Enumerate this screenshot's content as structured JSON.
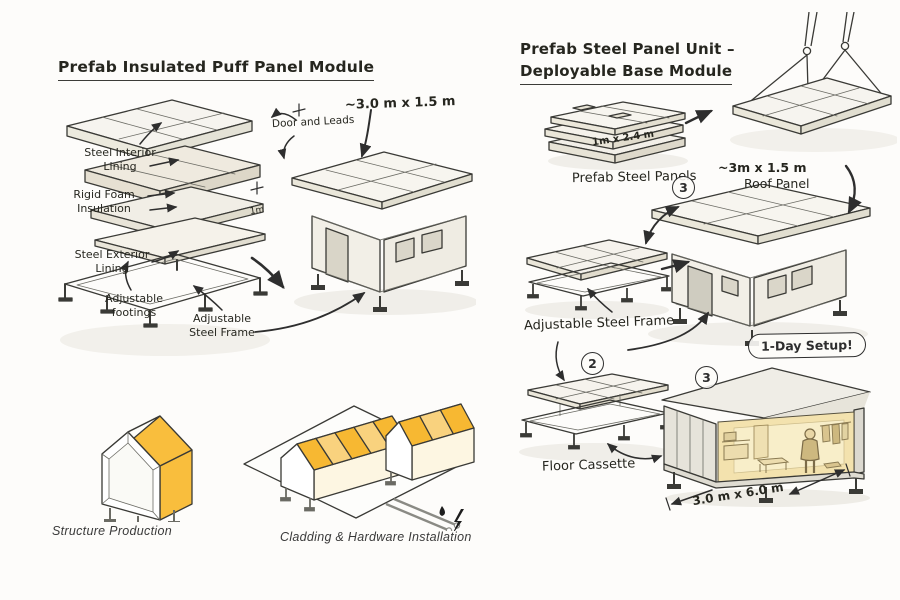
{
  "left_panel": {
    "title": "Prefab Insulated Puff Panel Module",
    "dim_label": "~3.0 m x 1.5 m",
    "labels": {
      "door_leads": "Door and Leads",
      "steel_interior": "Steel Interior Lining",
      "rigid_foam": "Rigid Foam Insulation",
      "steel_exterior": "Steel Exterior Lining",
      "thickness": "1m",
      "adj_footings": "Adjustable footings",
      "adj_frame": "Adjustable Steel Frame"
    }
  },
  "production_row": {
    "structure_caption": "Structure Production",
    "cladding_caption": "Cladding & Hardware Installation"
  },
  "right_panel": {
    "title_line1": "Prefab Steel Panel Unit –",
    "title_line2": "Deployable Base Module",
    "panels_label": "Prefab Steel Panels",
    "panels_dim": "1m x 2.4 m",
    "roof_dim": "~3m x 1.5 m",
    "roof_label": "Roof Panel",
    "adj_frame": "Adjustable Steel Frame",
    "setup_bubble": "1-Day Setup!",
    "floor_cassette": "Floor Cassette",
    "floor_dim": "3.0 m x 6.0 m",
    "step_2": "2",
    "step_3": "3"
  },
  "colors": {
    "accent_yellow": "#F9BE3D",
    "accent_yellow_pale": "#FBDF9B",
    "interior_warm": "#F3E2AE",
    "ink": "#2E2E2E"
  }
}
